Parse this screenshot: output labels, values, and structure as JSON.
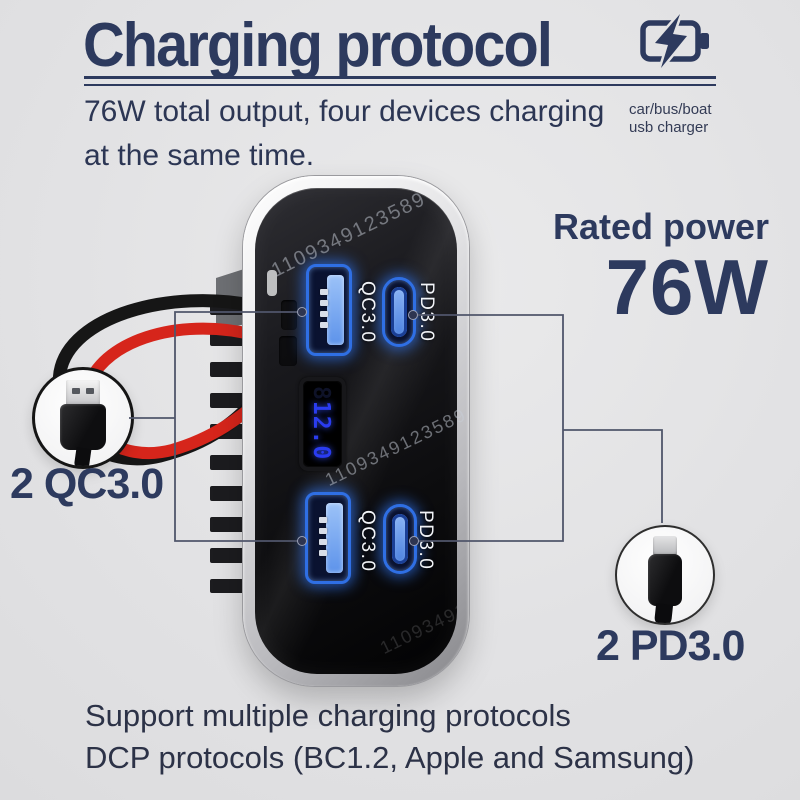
{
  "header": {
    "title": "Charging protocol",
    "subtitle1": "76W total output, four devices charging",
    "subtitle2": "at the same time.",
    "note1": "car/bus/boat",
    "note2": "usb charger"
  },
  "rated": {
    "label": "Rated power",
    "value": "76W"
  },
  "device": {
    "display": {
      "value": "12.0",
      "ghost": "8"
    },
    "ports": {
      "qc_top": "QC3.0",
      "pd_top": "PD3.0",
      "qc_bottom": "QC3.0",
      "pd_bottom": "PD3.0"
    },
    "watermark": "1109349123589"
  },
  "callouts": {
    "qc": "2 QC3.0",
    "pd": "2 PD3.0"
  },
  "footer": {
    "line1": "Support multiple charging protocols",
    "line2": "DCP protocols (BC1.2, Apple and Samsung)"
  },
  "colors": {
    "navy": "#2d3a5e",
    "background": "#e3e3e4",
    "port_blue": "#2f6fe4",
    "display_blue": "#2b3ff0",
    "wire_red": "#d6251b",
    "chrome": "#c9c9cc",
    "face_black": "#111113"
  },
  "icons": {
    "battery": "battery-charging-icon"
  }
}
